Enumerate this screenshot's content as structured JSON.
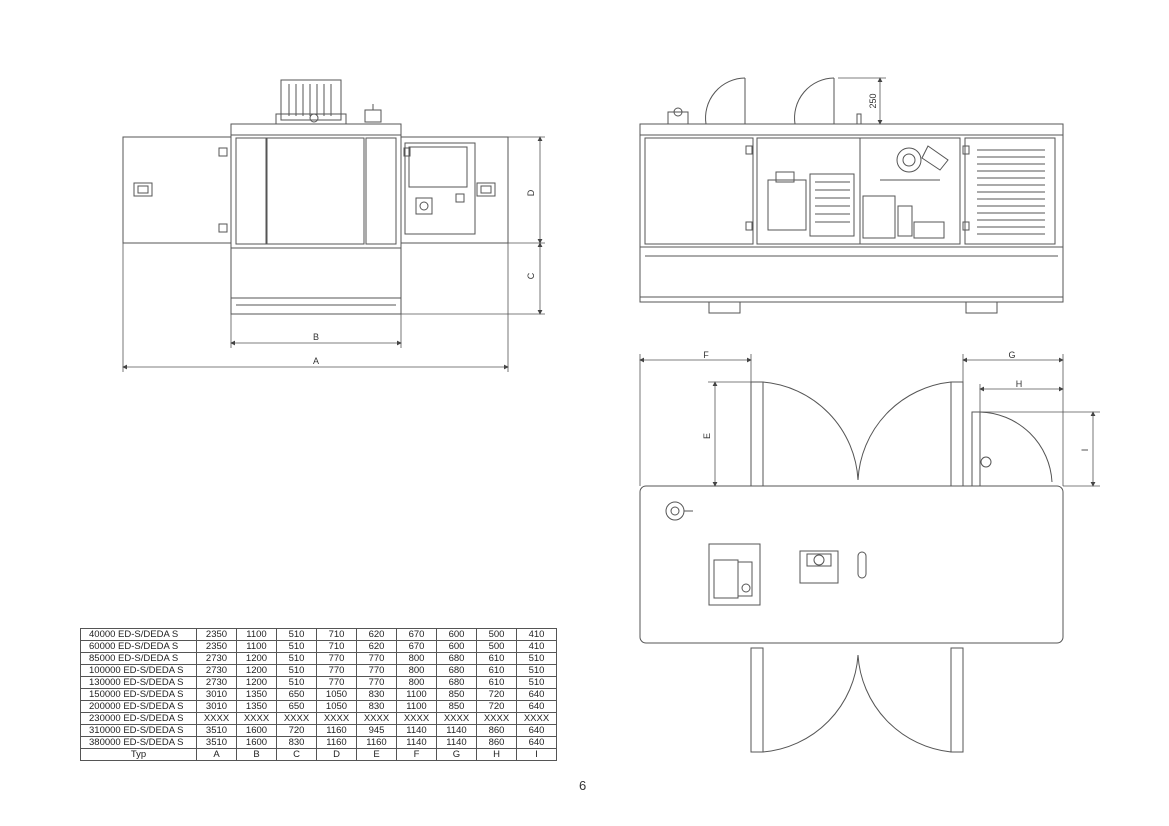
{
  "page_number": "6",
  "dimension_labels": {
    "A": "A",
    "B": "B",
    "C": "C",
    "D": "D",
    "E": "E",
    "F": "F",
    "G": "G",
    "H": "H",
    "I": "I",
    "door_clearance": "250"
  },
  "table": {
    "header": [
      "Typ",
      "A",
      "B",
      "C",
      "D",
      "E",
      "F",
      "G",
      "H",
      "I"
    ],
    "rows": [
      [
        "40000 ED-S/DEDA S",
        "2350",
        "1100",
        "510",
        "710",
        "620",
        "670",
        "600",
        "500",
        "410"
      ],
      [
        "60000 ED-S/DEDA S",
        "2350",
        "1100",
        "510",
        "710",
        "620",
        "670",
        "600",
        "500",
        "410"
      ],
      [
        "85000 ED-S/DEDA S",
        "2730",
        "1200",
        "510",
        "770",
        "770",
        "800",
        "680",
        "610",
        "510"
      ],
      [
        "100000 ED-S/DEDA S",
        "2730",
        "1200",
        "510",
        "770",
        "770",
        "800",
        "680",
        "610",
        "510"
      ],
      [
        "130000 ED-S/DEDA S",
        "2730",
        "1200",
        "510",
        "770",
        "770",
        "800",
        "680",
        "610",
        "510"
      ],
      [
        "150000 ED-S/DEDA S",
        "3010",
        "1350",
        "650",
        "1050",
        "830",
        "1100",
        "850",
        "720",
        "640"
      ],
      [
        "200000 ED-S/DEDA S",
        "3010",
        "1350",
        "650",
        "1050",
        "830",
        "1100",
        "850",
        "720",
        "640"
      ],
      [
        "230000 ED-S/DEDA S",
        "XXXX",
        "XXXX",
        "XXXX",
        "XXXX",
        "XXXX",
        "XXXX",
        "XXXX",
        "XXXX",
        "XXXX"
      ],
      [
        "310000 ED-S/DEDA S",
        "3510",
        "1600",
        "720",
        "1160",
        "945",
        "1140",
        "1140",
        "860",
        "640"
      ],
      [
        "380000 ED-S/DEDA S",
        "3510",
        "1600",
        "830",
        "1160",
        "1160",
        "1140",
        "1140",
        "860",
        "640"
      ]
    ]
  }
}
